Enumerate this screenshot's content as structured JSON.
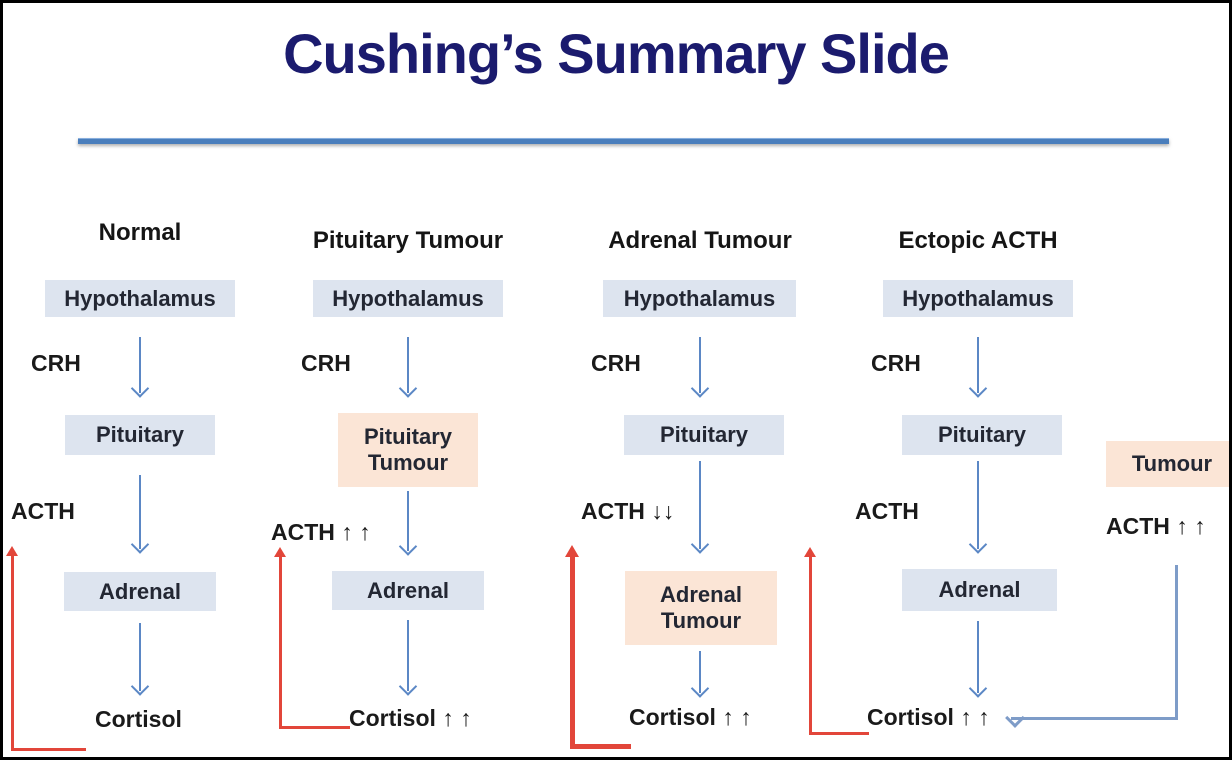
{
  "title": "Cushing’s Summary Slide",
  "colors": {
    "title_navy": "#1b1b6e",
    "divider_blue": "#4a7ebc",
    "box_blue": "#dde4ef",
    "box_orange": "#fbe5d6",
    "flow_arrow_blue": "#5b87c5",
    "ectopic_arrow_blue": "#7e9cc8",
    "feedback_red": "#e2463a"
  },
  "columns": [
    {
      "header": "Normal",
      "hypothalamus": "Hypothalamus",
      "crh": "CRH",
      "pituitary": "Pituitary",
      "acth": "ACTH",
      "adrenal": "Adrenal",
      "cortisol": "Cortisol"
    },
    {
      "header": "Pituitary Tumour",
      "hypothalamus": "Hypothalamus",
      "crh": "CRH",
      "pituitary": "Pituitary Tumour",
      "acth": "ACTH ↑ ↑",
      "adrenal": "Adrenal",
      "cortisol": "Cortisol ↑ ↑"
    },
    {
      "header": "Adrenal Tumour",
      "hypothalamus": "Hypothalamus",
      "crh": "CRH",
      "pituitary": "Pituitary",
      "acth": "ACTH ↓↓",
      "adrenal": "Adrenal Tumour",
      "cortisol": "Cortisol ↑ ↑"
    },
    {
      "header": "Ectopic ACTH",
      "hypothalamus": "Hypothalamus",
      "crh": "CRH",
      "pituitary": "Pituitary",
      "acth": "ACTH",
      "adrenal": "Adrenal",
      "cortisol": "Cortisol ↑ ↑"
    }
  ],
  "ectopic_source": {
    "tumour_box": "Tumour",
    "acth_label": "ACTH ↑ ↑"
  }
}
